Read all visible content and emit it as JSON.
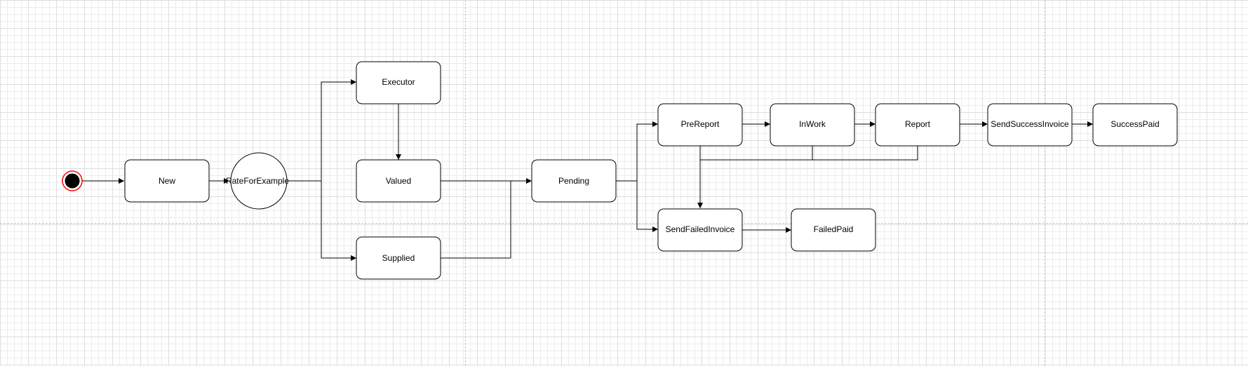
{
  "diagram": {
    "type": "state-machine",
    "nodes": [
      {
        "id": "start",
        "kind": "initial",
        "label": ""
      },
      {
        "id": "new",
        "kind": "state",
        "label": "New"
      },
      {
        "id": "rate",
        "kind": "choice",
        "label": "RateForExample"
      },
      {
        "id": "executor",
        "kind": "state",
        "label": "Executor"
      },
      {
        "id": "valued",
        "kind": "state",
        "label": "Valued"
      },
      {
        "id": "supplied",
        "kind": "state",
        "label": "Supplied"
      },
      {
        "id": "pending",
        "kind": "state",
        "label": "Pending"
      },
      {
        "id": "prereport",
        "kind": "state",
        "label": "PreReport"
      },
      {
        "id": "inwork",
        "kind": "state",
        "label": "InWork"
      },
      {
        "id": "report",
        "kind": "state",
        "label": "Report"
      },
      {
        "id": "sendsuccess",
        "kind": "state",
        "label": "SendSuccessInvoice"
      },
      {
        "id": "successpaid",
        "kind": "state",
        "label": "SuccessPaid"
      },
      {
        "id": "sendfailed",
        "kind": "state",
        "label": "SendFailedInvoice"
      },
      {
        "id": "failedpaid",
        "kind": "state",
        "label": "FailedPaid"
      }
    ],
    "edges": [
      {
        "from": "start",
        "to": "new"
      },
      {
        "from": "new",
        "to": "rate"
      },
      {
        "from": "rate",
        "to": "executor"
      },
      {
        "from": "rate",
        "to": "supplied"
      },
      {
        "from": "executor",
        "to": "valued"
      },
      {
        "from": "valued",
        "to": "pending"
      },
      {
        "from": "supplied",
        "to": "pending"
      },
      {
        "from": "pending",
        "to": "prereport"
      },
      {
        "from": "pending",
        "to": "sendfailed"
      },
      {
        "from": "prereport",
        "to": "inwork"
      },
      {
        "from": "inwork",
        "to": "report"
      },
      {
        "from": "report",
        "to": "sendsuccess"
      },
      {
        "from": "sendsuccess",
        "to": "successpaid"
      },
      {
        "from": "prereport",
        "to": "sendfailed"
      },
      {
        "from": "inwork",
        "to": "sendfailed"
      },
      {
        "from": "report",
        "to": "sendfailed"
      },
      {
        "from": "sendfailed",
        "to": "failedpaid"
      }
    ]
  },
  "colors": {
    "initial_fill": "#000000",
    "initial_ring": "#ff0000",
    "stroke": "#000000",
    "node_fill": "#ffffff"
  }
}
